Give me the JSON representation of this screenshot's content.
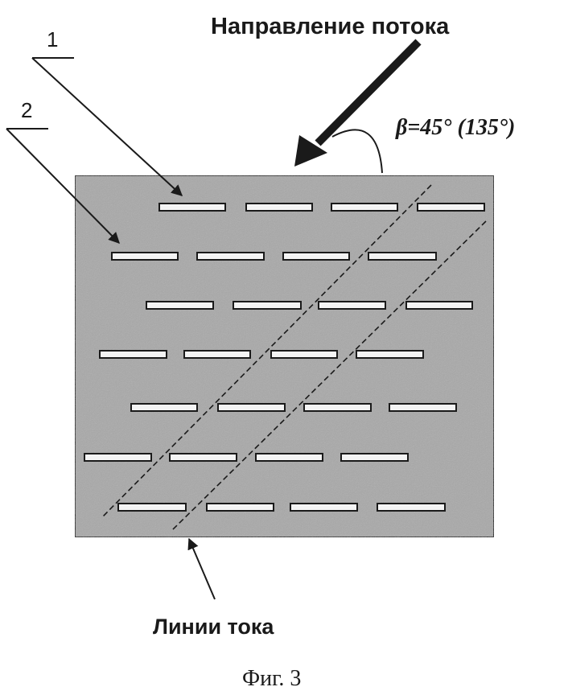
{
  "labels": {
    "flow_direction": "Направление потока",
    "angle": "β=45° (135°)",
    "callout_1": "1",
    "callout_2": "2",
    "streamlines": "Линии тока",
    "caption": "Фиг. 3"
  },
  "colors": {
    "plate_fill": "#a8a8a8",
    "plate_stroke": "#1a1a1a",
    "slot_fill": "#f4f4f4",
    "ink": "#1a1a1a"
  }
}
